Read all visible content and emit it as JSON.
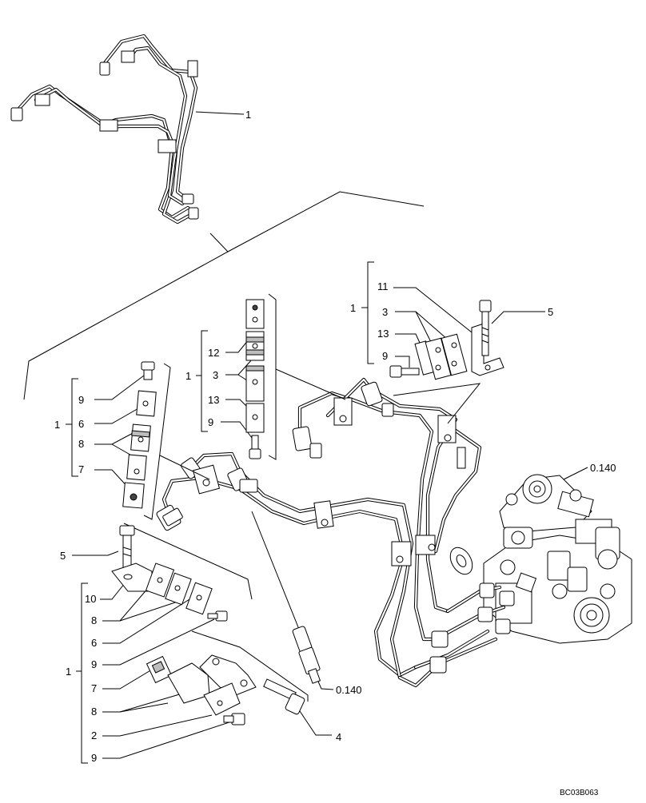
{
  "drawing_code": "BC03B063",
  "callouts": {
    "top_assembly": "1",
    "group_c": {
      "bracket": "1",
      "items": [
        "11",
        "3",
        "13",
        "9",
        "5"
      ]
    },
    "group_b": {
      "bracket": "1",
      "items": [
        "12",
        "3",
        "13",
        "9"
      ]
    },
    "group_a": {
      "bracket": "1",
      "items": [
        "9",
        "6",
        "8",
        "7"
      ]
    },
    "group_d": {
      "bracket": "1",
      "items": [
        "5",
        "10",
        "8",
        "6",
        "9",
        "7",
        "8",
        "2",
        "9",
        "4"
      ]
    },
    "injection_pump": "0.140",
    "injector": "0.140"
  }
}
